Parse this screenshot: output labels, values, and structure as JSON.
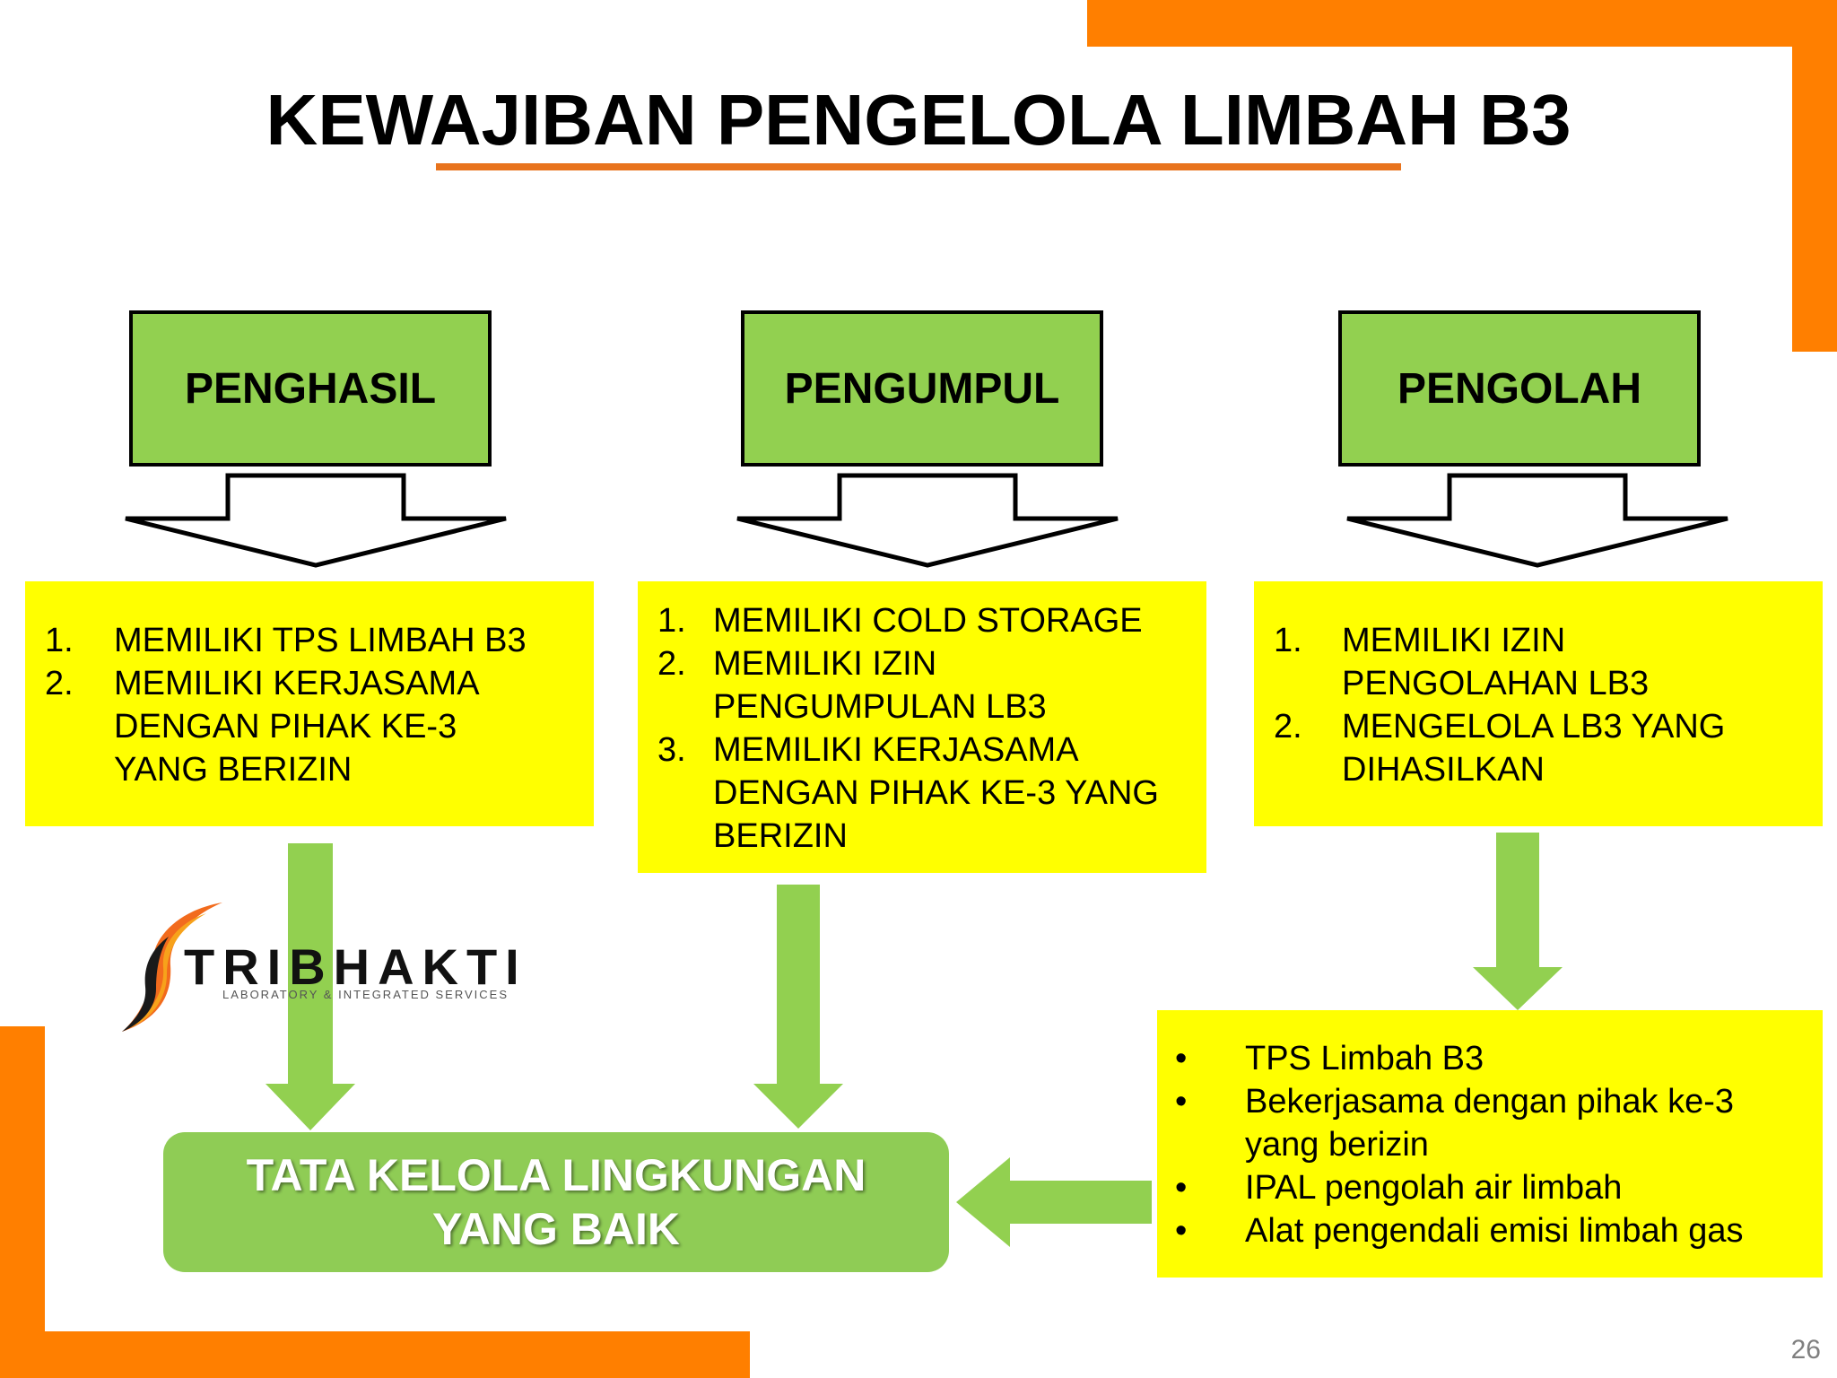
{
  "title": "KEWAJIBAN PENGELOLA LIMBAH B3",
  "columns": [
    {
      "header": "PENGHASIL",
      "items": [
        {
          "num": "1.",
          "text": "MEMILIKI TPS LIMBAH B3"
        },
        {
          "num": "2.",
          "text": "MEMILIKI KERJASAMA DENGAN PIHAK KE-3 YANG BERIZIN"
        }
      ]
    },
    {
      "header": "PENGUMPUL",
      "items": [
        {
          "num": "1.",
          "text": "MEMILIKI COLD STORAGE"
        },
        {
          "num": "2.",
          "text": "MEMILIKI  IZIN PENGUMPULAN LB3"
        },
        {
          "num": "3.",
          "text": "MEMILIKI KERJASAMA DENGAN PIHAK KE-3 YANG BERIZIN"
        }
      ]
    },
    {
      "header": "PENGOLAH",
      "items": [
        {
          "num": "1.",
          "text": "MEMILIKI  IZIN PENGOLAHAN LB3"
        },
        {
          "num": "2.",
          "text": "MENGELOLA LB3 YANG DIHASILKAN"
        }
      ]
    }
  ],
  "facilities": [
    "TPS Limbah B3",
    "Bekerjasama dengan pihak ke-3 yang berizin",
    "IPAL pengolah air limbah",
    "Alat pengendali emisi limbah gas"
  ],
  "result": {
    "line1": "TATA KELOLA LINGKUNGAN",
    "line2": "YANG BAIK"
  },
  "logo": {
    "name": "TRIBHAKTI",
    "tagline": "LABORATORY & INTEGRATED SERVICES"
  },
  "page_number": "26",
  "colors": {
    "accent_orange": "#FF7F00",
    "header_green": "#92D050",
    "box_yellow": "#FFFF00",
    "arrow_green": "#92D050"
  }
}
